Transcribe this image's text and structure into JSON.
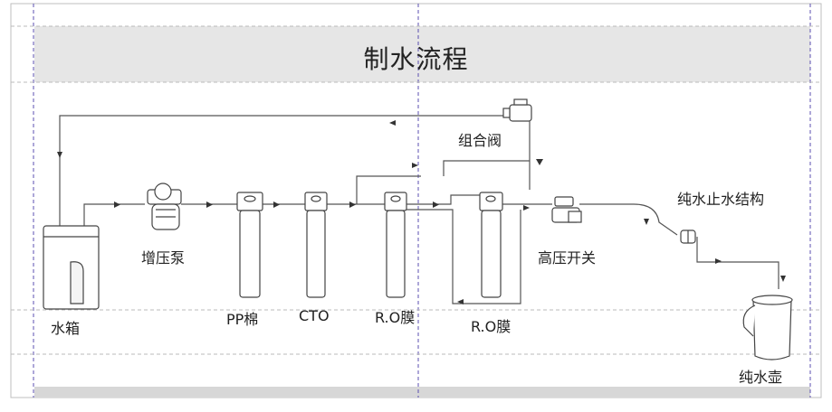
{
  "title": "制水流程",
  "labels": {
    "tank": "水箱",
    "pump": "增压泵",
    "pp": "PP棉",
    "cto": "CTO",
    "ro1": "R.O膜",
    "ro2": "R.O膜",
    "valve": "组合阀",
    "hp_switch": "高压开关",
    "stop_structure": "纯水止水结构",
    "kettle": "纯水壶"
  },
  "colors": {
    "line": "#555555",
    "guide": "#5b4fb0",
    "header_band": "#e6e6e6",
    "bottom_band": "#d7d7d7"
  }
}
